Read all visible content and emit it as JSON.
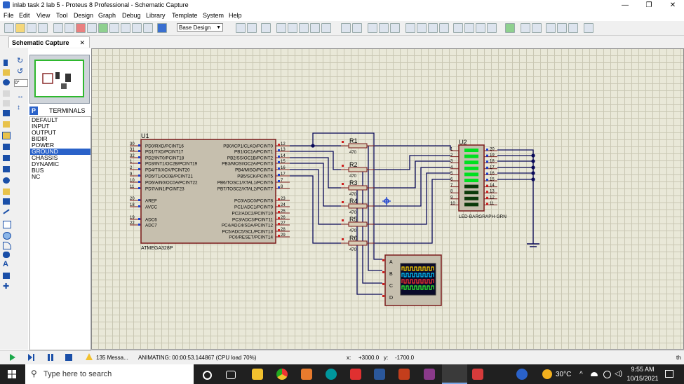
{
  "window": {
    "title": "inlab task 2 lab 5 - Proteus 8 Professional - Schematic Capture",
    "min": "—",
    "max": "❐",
    "close": "✕"
  },
  "menu": [
    "File",
    "Edit",
    "View",
    "Tool",
    "Design",
    "Graph",
    "Debug",
    "Library",
    "Template",
    "System",
    "Help"
  ],
  "toolbar": {
    "design_select": "Base Design"
  },
  "tab": {
    "label": "Schematic Capture",
    "close": "✕"
  },
  "left": {
    "rotation": "0°",
    "library_button": "P",
    "library_title": "TERMINALS",
    "library_items": [
      "DEFAULT",
      "INPUT",
      "OUTPUT",
      "BIDIR",
      "POWER",
      "GROUND",
      "CHASSIS",
      "DYNAMIC",
      "BUS",
      "NC"
    ],
    "library_selected": "GROUND"
  },
  "schematic": {
    "u1": {
      "ref": "U1",
      "part": "ATMEGA328P",
      "left_pins": [
        {
          "num": "30",
          "name": "PD0/RXD/PCINT16"
        },
        {
          "num": "31",
          "name": "PD1/TXD/PCINT17"
        },
        {
          "num": "32",
          "name": "PD2/INT0/PCINT18"
        },
        {
          "num": "1",
          "name": "PD3/INT1/OC2B/PCINT19"
        },
        {
          "num": "2",
          "name": "PD4/T0/XCK/PCINT20"
        },
        {
          "num": "9",
          "name": "PD5/T1/OC0B/PCINT21"
        },
        {
          "num": "10",
          "name": "PD6/AIN0/OC0A/PCINT22"
        },
        {
          "num": "11",
          "name": "PD7/AIN1/PCINT23"
        },
        {
          "num": "20",
          "name": "AREF"
        },
        {
          "num": "18",
          "name": "AVCC"
        },
        {
          "num": "19",
          "name": "ADC6"
        },
        {
          "num": "22",
          "name": "ADC7"
        }
      ],
      "right_pins": [
        {
          "num": "12",
          "name": "PB0/ICP1/CLKO/PCINT0"
        },
        {
          "num": "13",
          "name": "PB1/OC1A/PCINT1"
        },
        {
          "num": "14",
          "name": "PB2/SS/OC1B/PCINT2"
        },
        {
          "num": "15",
          "name": "PB3/MOSI/OC2A/PCINT3"
        },
        {
          "num": "16",
          "name": "PB4/MISO/PCINT4"
        },
        {
          "num": "17",
          "name": "PB5/SCK/PCINT5"
        },
        {
          "num": "7",
          "name": "PB6/TOSC1/XTAL1/PCINT6"
        },
        {
          "num": "8",
          "name": "PB7/TOSC2/XTAL2/PCINT7"
        },
        {
          "num": "23",
          "name": "PC0/ADC0/PCINT8"
        },
        {
          "num": "24",
          "name": "PC1/ADC1/PCINT9"
        },
        {
          "num": "25",
          "name": "PC2/ADC2/PCINT10"
        },
        {
          "num": "26",
          "name": "PC3/ADC3/PCINT11"
        },
        {
          "num": "27",
          "name": "PC4/ADC4/SDA/PCINT12"
        },
        {
          "num": "28",
          "name": "PC5/ADC5/SCL/PCINT13"
        },
        {
          "num": "29",
          "name": "PC6/RESET/PCINT14"
        }
      ]
    },
    "resistors": [
      {
        "ref": "R1",
        "value": "470"
      },
      {
        "ref": "R2",
        "value": "470"
      },
      {
        "ref": "R3",
        "value": "470"
      },
      {
        "ref": "R4",
        "value": "470"
      },
      {
        "ref": "R5",
        "value": "470"
      },
      {
        "ref": "R6",
        "value": "470"
      }
    ],
    "u2": {
      "ref": "U2",
      "part": "LED-BARGRAPH-GRN",
      "left_pins": [
        "1",
        "2",
        "3",
        "4",
        "5",
        "6",
        "7",
        "8",
        "9",
        "10"
      ],
      "right_pins": [
        "20",
        "19",
        "18",
        "17",
        "16",
        "15",
        "14",
        "13",
        "12",
        "11"
      ],
      "lit_segments": 6
    },
    "scope_channels": [
      "A",
      "B",
      "C",
      "D"
    ],
    "scope_trace_colors": [
      "#ffd400",
      "#00c8ff",
      "#ff3030",
      "#30ff30"
    ]
  },
  "status": {
    "messages": "135 Messa...",
    "animating": "ANIMATING: 00:00:53.144867 (CPU load 70%)",
    "x_label": "x:",
    "x_value": "+3000.0",
    "y_label": "y:",
    "y_value": "-1700.0",
    "units": "th"
  },
  "taskbar": {
    "search_placeholder": "Type here to search",
    "weather": "30°C",
    "time": "9:55 AM",
    "date": "10/15/2021"
  }
}
